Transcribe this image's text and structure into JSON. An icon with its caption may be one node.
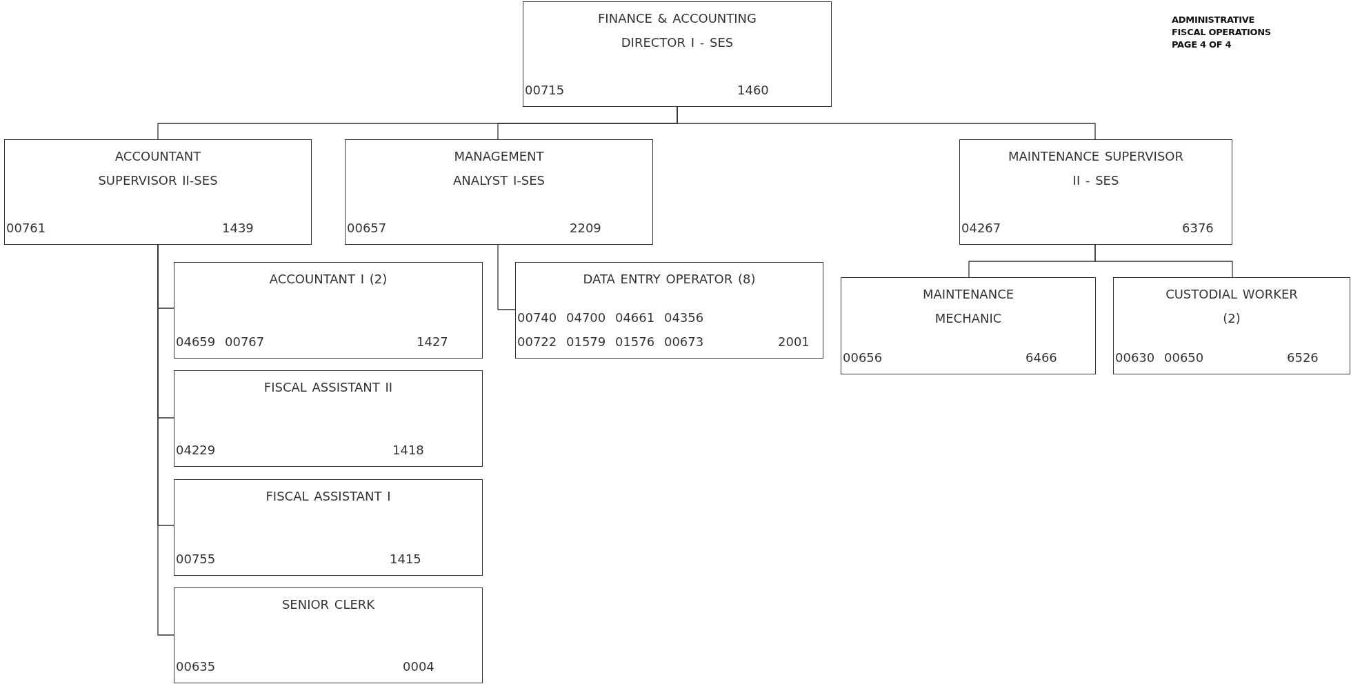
{
  "diagram": {
    "nodes": [
      {
        "text": [
          "FINANCE & ACCOUNTING DIRECTOR I - SES",
          "00715",
          "1460"
        ]
      },
      {
        "text": [
          "ACCOUNTANT SUPERVISOR II-SES",
          "00761",
          "1439"
        ]
      },
      {
        "text": [
          "MANAGEMENT ANALYST I-SES",
          "00657",
          "2209"
        ]
      },
      {
        "text": [
          "MAINTENANCE SUPERVISOR II - SES",
          "04267",
          "6376"
        ]
      },
      {
        "text": [
          "ACCOUNTANT I (2)",
          "04659 00767",
          "1427"
        ]
      },
      {
        "text": [
          "FISCAL ASSISTANT II",
          "04229",
          "1418"
        ]
      },
      {
        "text": [
          "FISCAL ASSISTANT I",
          "00755",
          "1415"
        ]
      },
      {
        "text": [
          "SENIOR CLERK",
          "00635",
          "0004"
        ]
      },
      {
        "text": [
          "DATA ENTRY OPERATOR (8)",
          "00740 04700 04661 04356",
          "00722 01579 01576 00673",
          "2001"
        ]
      },
      {
        "text": [
          "MAINTENANCE MECHANIC",
          "00656",
          "6466"
        ]
      },
      {
        "text": [
          "CUSTODIAL WORKER (2)",
          "00630 00650",
          "6526"
        ]
      }
    ],
    "edges": [
      {
        "from": 0,
        "to": 1,
        "arrow": "none"
      },
      {
        "from": 0,
        "to": 2,
        "arrow": "none"
      },
      {
        "from": 0,
        "to": 3,
        "arrow": "none"
      },
      {
        "from": 1,
        "to": 4,
        "arrow": "none"
      },
      {
        "from": 1,
        "to": 5,
        "arrow": "none"
      },
      {
        "from": 1,
        "to": 6,
        "arrow": "none"
      },
      {
        "from": 1,
        "to": 7,
        "arrow": "none"
      },
      {
        "from": 2,
        "to": 8,
        "arrow": "none"
      },
      {
        "from": 3,
        "to": 9,
        "arrow": "none"
      },
      {
        "from": 3,
        "to": 10,
        "arrow": "none"
      }
    ],
    "labels": [
      "ADMINISTRATIVE",
      "FISCAL OPERATIONS",
      "PAGE 4 OF 4"
    ]
  }
}
